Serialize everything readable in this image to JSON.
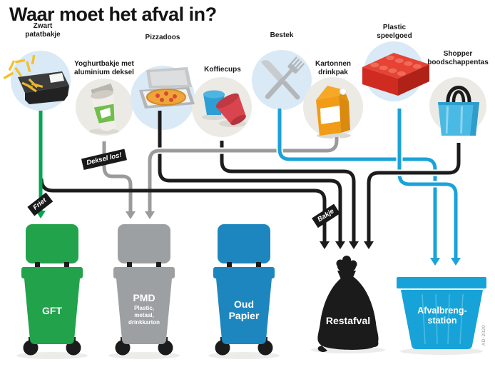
{
  "title": "Waar moet het afval in?",
  "credit": "AD-2020",
  "items": [
    {
      "label": "Zwart\npatatbakje",
      "illustration": "fries-tray"
    },
    {
      "label": "Yoghurtbakje met\naluminium deksel",
      "illustration": "yogurt-cup"
    },
    {
      "label": "Pizzadoos",
      "illustration": "pizza-box"
    },
    {
      "label": "Koffiecups",
      "illustration": "coffee-cups"
    },
    {
      "label": "Bestek",
      "illustration": "cutlery"
    },
    {
      "label": "Kartonnen\ndrinkpak",
      "illustration": "drink-carton"
    },
    {
      "label": "Plastic\nspeelgoed",
      "illustration": "lego-brick"
    },
    {
      "label": "Shopper\nboodschappentas",
      "illustration": "shopper-bag"
    }
  ],
  "tags": {
    "friet": "Friet",
    "deksel": "Deksel los!",
    "bakje": "Bakje"
  },
  "bins": [
    {
      "id": "gft",
      "label": "GFT",
      "color": "#21A24B"
    },
    {
      "id": "pmd",
      "label": "PMD",
      "sublabel": "Plastic,\nmetaal,\ndrinkkarton",
      "color": "#9DA0A2"
    },
    {
      "id": "oud-papier",
      "label": "Oud\nPapier",
      "color": "#1E86BE"
    },
    {
      "id": "restafval",
      "label": "Restafval",
      "color": "#1B1B1B"
    },
    {
      "id": "afvalbrengstation",
      "label": "Afvalbreng-\nstation",
      "color": "#17A3D8"
    }
  ],
  "flows": [
    {
      "from": "Zwart patatbakje",
      "note": "Friet",
      "to": "GFT",
      "color": "#00A651"
    },
    {
      "from": "Zwart patatbakje",
      "note": "Bakje",
      "to": "Restafval",
      "color": "#1C1C1C"
    },
    {
      "from": "Yoghurtbakje met aluminium deksel",
      "note": "Deksel los!",
      "to": "PMD",
      "color": "#9B9B9B"
    },
    {
      "from": "Pizzadoos",
      "to": "Restafval",
      "color": "#1C1C1C"
    },
    {
      "from": "Koffiecups",
      "to": "Restafval",
      "color": "#1C1C1C"
    },
    {
      "from": "Bestek",
      "to": "Afvalbrengstation",
      "color": "#1BA2D8"
    },
    {
      "from": "Kartonnen drinkpak",
      "to": "PMD",
      "color": "#9B9B9B"
    },
    {
      "from": "Plastic speelgoed",
      "to": "Afvalbrengstation",
      "color": "#1BA2D8"
    },
    {
      "from": "Shopper boodschappentas",
      "to": "Restafval",
      "color": "#1C1C1C"
    }
  ],
  "colors": {
    "line_green": "#00A651",
    "line_gray": "#9B9B9B",
    "line_black": "#1C1C1C",
    "line_blue": "#1BA2D8"
  }
}
